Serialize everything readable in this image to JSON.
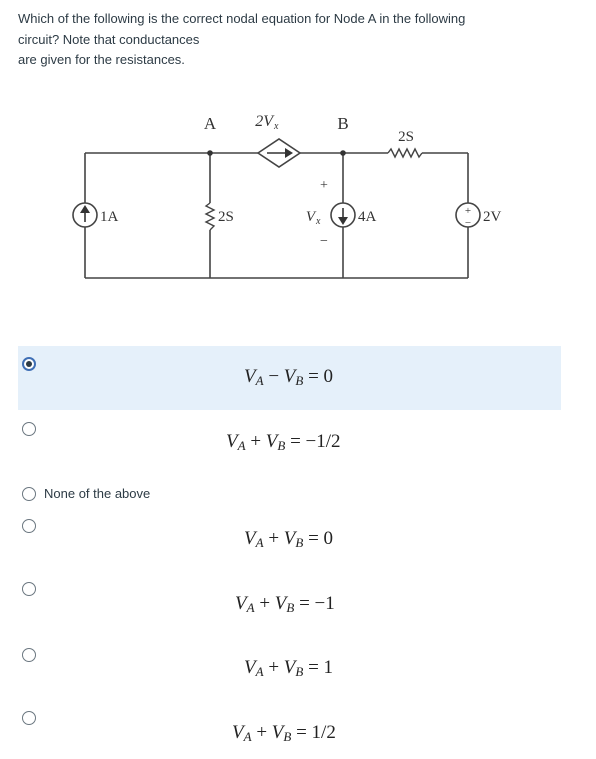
{
  "question": {
    "line1": "Which of the following is the correct nodal equation for Node A in the following",
    "line2": "circuit? Note that conductances",
    "line3": "are given for the resistances."
  },
  "circuit": {
    "node_a_label": "A",
    "node_b_label": "B",
    "dep_source_label": "2V",
    "dep_source_sub": "x",
    "cond_top_label": "2S",
    "cond_mid_label": "2S",
    "src_1a_label": "1A",
    "src_4a_label": "4A",
    "src_2v_label": "2V",
    "vx_label": "V",
    "vx_sub": "x",
    "plus_sign": "+",
    "minus_sign": "−"
  },
  "options": [
    {
      "lhs_a": "V",
      "sub_a": "A",
      "op": "−",
      "lhs_b": "V",
      "sub_b": "B",
      "rhs": "= 0",
      "selected": true
    },
    {
      "lhs_a": "V",
      "sub_a": "A",
      "op": "+",
      "lhs_b": "V",
      "sub_b": "B",
      "rhs": "= −1/2",
      "selected": false
    },
    {
      "label": "None of the above",
      "selected": false
    },
    {
      "lhs_a": "V",
      "sub_a": "A",
      "op": "+",
      "lhs_b": "V",
      "sub_b": "B",
      "rhs": "= 0",
      "selected": false
    },
    {
      "lhs_a": "V",
      "sub_a": "A",
      "op": "+",
      "lhs_b": "V",
      "sub_b": "B",
      "rhs": "= −1",
      "selected": false
    },
    {
      "lhs_a": "V",
      "sub_a": "A",
      "op": "+",
      "lhs_b": "V",
      "sub_b": "B",
      "rhs": "= 1",
      "selected": false
    },
    {
      "lhs_a": "V",
      "sub_a": "A",
      "op": "+",
      "lhs_b": "V",
      "sub_b": "B",
      "rhs": "= 1/2",
      "selected": false
    }
  ]
}
